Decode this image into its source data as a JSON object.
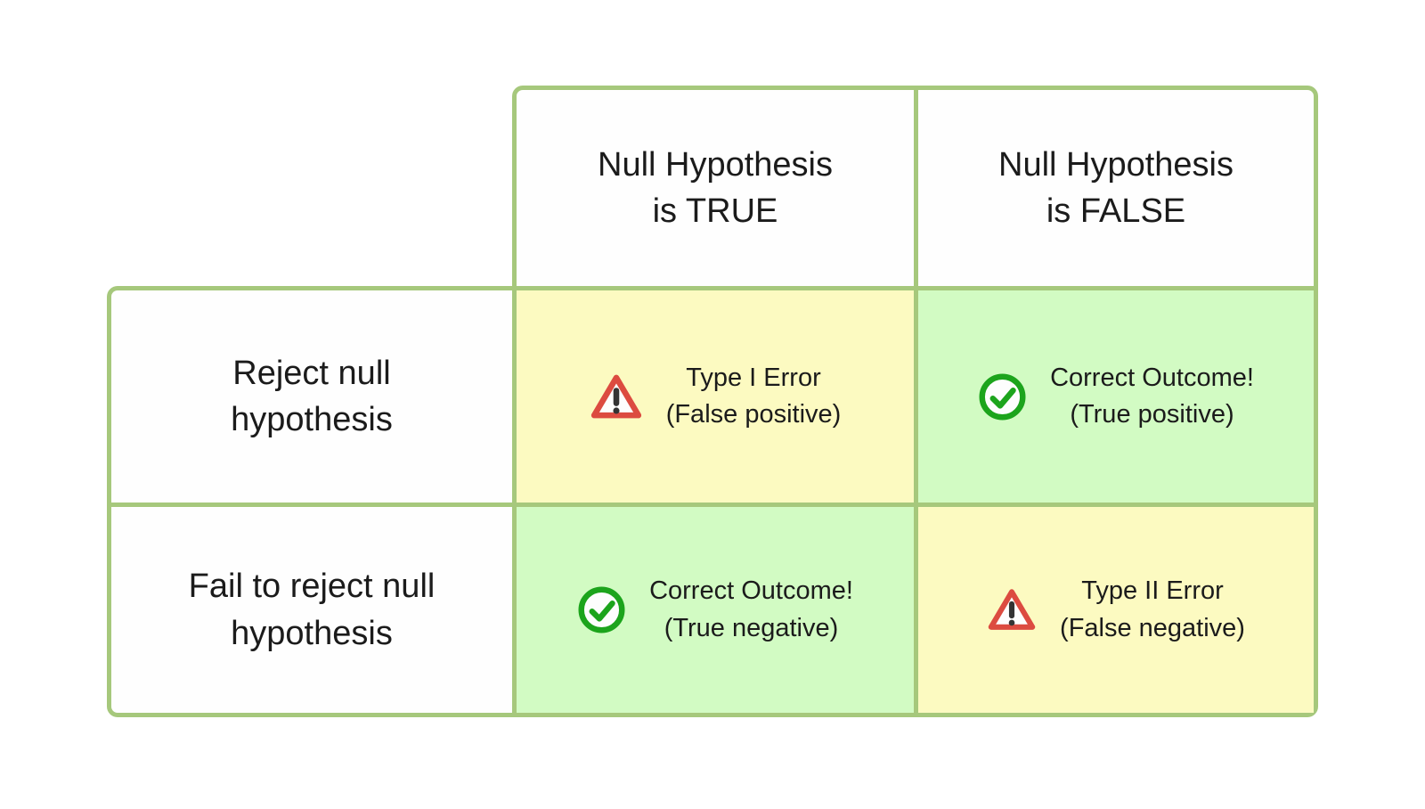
{
  "diagram": {
    "title_semantic": "Type I and Type II error confusion matrix",
    "col_headers": [
      {
        "label": "Null Hypothesis\nis TRUE"
      },
      {
        "label": "Null Hypothesis\nis FALSE"
      }
    ],
    "row_headers": [
      {
        "label": "Reject null\nhypothesis"
      },
      {
        "label": "Fail to reject null\nhypothesis"
      }
    ],
    "cells": [
      {
        "row": "Reject null hypothesis",
        "col": "Null Hypothesis is TRUE",
        "icon": "warning-icon",
        "title": "Type I Error",
        "subtitle": "(False positive)",
        "bg": "#FCFAC1"
      },
      {
        "row": "Reject null hypothesis",
        "col": "Null Hypothesis is FALSE",
        "icon": "check-icon",
        "title": "Correct Outcome!",
        "subtitle": "(True positive)",
        "bg": "#D2FBC3"
      },
      {
        "row": "Fail to reject null hypothesis",
        "col": "Null Hypothesis is TRUE",
        "icon": "check-icon",
        "title": "Correct Outcome!",
        "subtitle": "(True negative)",
        "bg": "#D2FBC3"
      },
      {
        "row": "Fail to reject null hypothesis",
        "col": "Null Hypothesis is FALSE",
        "icon": "warning-icon",
        "title": "Type II Error",
        "subtitle": "(False negative)",
        "bg": "#FCFAC1"
      }
    ],
    "colors": {
      "border_green": "#A6C87C",
      "cell_yellow": "#FCFAC1",
      "cell_green": "#D2FBC3",
      "warning_red": "#DC4B40",
      "check_green": "#1CA41C",
      "exclamation_dark": "#333333",
      "text": "#1B1B1B",
      "background": "#FFFFFF"
    }
  }
}
